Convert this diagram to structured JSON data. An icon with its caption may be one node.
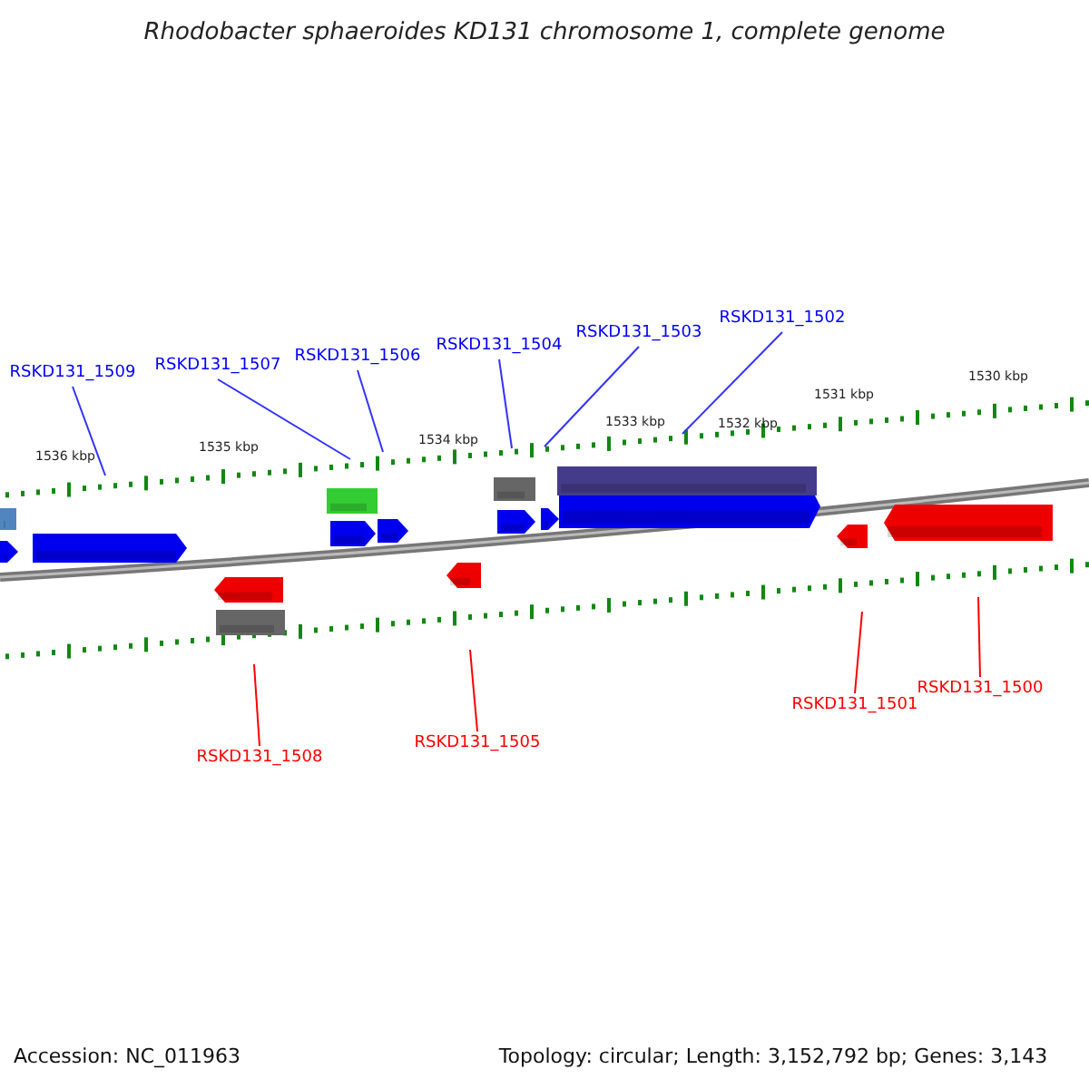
{
  "diagram": {
    "title": "Rhodobacter sphaeroides KD131 chromosome 1, complete genome",
    "nodes": [
      {
        "text": [
          "RSKD131_1509"
        ]
      },
      {
        "text": [
          "RSKD131_1507"
        ]
      },
      {
        "text": [
          "RSKD131_1506"
        ]
      },
      {
        "text": [
          "RSKD131_1504"
        ]
      },
      {
        "text": [
          "RSKD131_1503"
        ]
      },
      {
        "text": [
          "RSKD131_1502"
        ]
      },
      {
        "text": [
          "RSKD131_1508"
        ]
      },
      {
        "text": [
          "RSKD131_1505"
        ]
      },
      {
        "text": [
          "RSKD131_1501"
        ]
      },
      {
        "text": [
          "RSKD131_1500"
        ]
      }
    ],
    "edges": [
      {
        "from": 0,
        "to": null,
        "arrow": "none"
      },
      {
        "from": 1,
        "to": null,
        "arrow": "none"
      },
      {
        "from": 2,
        "to": null,
        "arrow": "none"
      },
      {
        "from": 3,
        "to": null,
        "arrow": "none"
      },
      {
        "from": 4,
        "to": null,
        "arrow": "none"
      },
      {
        "from": 5,
        "to": null,
        "arrow": "none"
      },
      {
        "from": 6,
        "to": null,
        "arrow": "none",
        "color": "#ff0000"
      },
      {
        "from": 7,
        "to": null,
        "arrow": "none",
        "color": "#ff0000"
      },
      {
        "from": 8,
        "to": null,
        "arrow": "none",
        "color": "#ff0000"
      },
      {
        "from": 9,
        "to": null,
        "arrow": "none",
        "color": "#ff0000"
      }
    ],
    "labels": [
      "1536 kbp",
      "1535 kbp",
      "1534 kbp",
      "1533 kbp",
      "1532 kbp",
      "1531 kbp",
      "1530 kbp",
      "Accession: NC_011963",
      "Topology: circular; Length: 3,152,792 bp; Genes: 3,143"
    ]
  }
}
